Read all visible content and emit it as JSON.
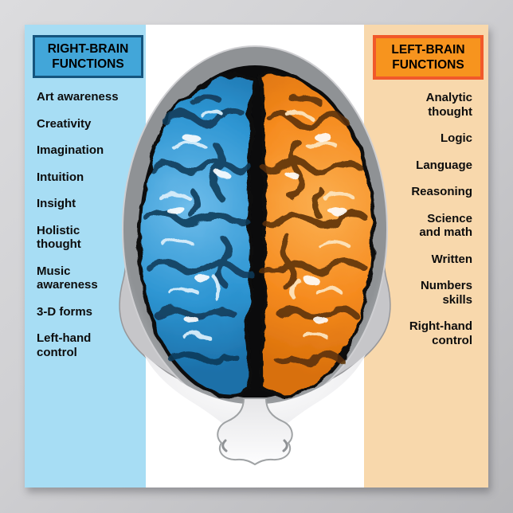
{
  "poster": {
    "illustration": "human-head-top-view-with-split-color-brain",
    "frame_color": "#c9c9cc",
    "left_panel": {
      "header": "RIGHT-BRAIN\nFUNCTIONS",
      "bg": "#a7ddf4",
      "header_fill": "#42a6d9",
      "header_border": "#15557e",
      "items": [
        "Art awareness",
        "Creativity",
        "Imagination",
        "Intuition",
        "Insight",
        "Holistic\nthought",
        "Music\nawareness",
        "3-D forms",
        "Left-hand\ncontrol"
      ]
    },
    "right_panel": {
      "header": "LEFT-BRAIN\nFUNCTIONS",
      "bg": "#f8d8ac",
      "header_fill": "#f7941e",
      "header_border": "#f1592a",
      "items": [
        "Analytic\nthought",
        "Logic",
        "Language",
        "Reasoning",
        "Science\nand math",
        "Written",
        "Numbers\nskills",
        "Right-hand\ncontrol"
      ]
    },
    "brain_colors": {
      "left_hemisphere_blue": "#2e96d3",
      "right_hemisphere_orange": "#f68b1f",
      "head_gray": "#9a9d9f",
      "cavity_black": "#0b0b0c"
    }
  }
}
